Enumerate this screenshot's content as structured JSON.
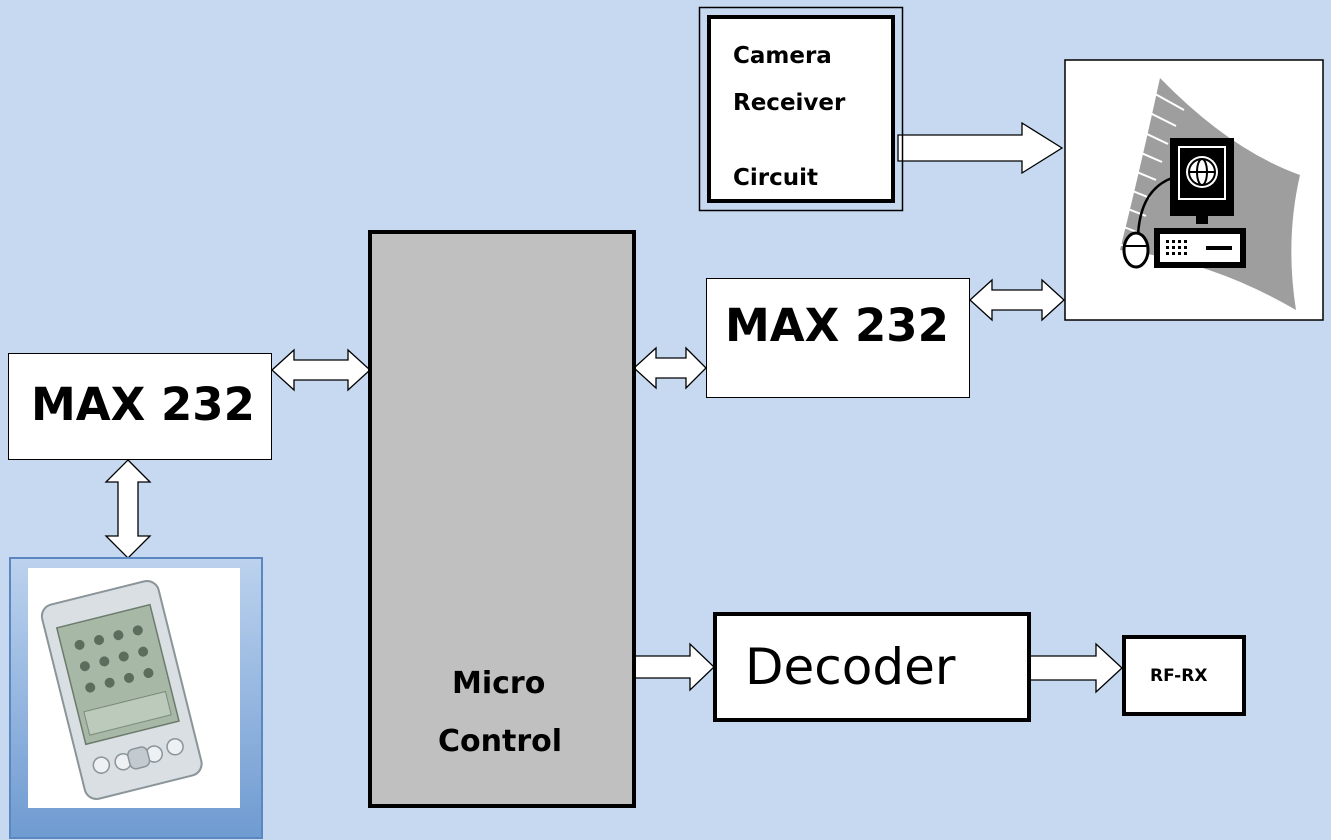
{
  "diagram": {
    "camera_block": {
      "line1": "Camera",
      "line2": "Receiver",
      "line3": "Circuit"
    },
    "max232_right": {
      "label": "MAX 232"
    },
    "max232_left": {
      "label": "MAX 232"
    },
    "microcontroller": {
      "line1": "Micro",
      "line2": "Control"
    },
    "decoder": {
      "label": "Decoder"
    },
    "rf_rx": {
      "label": "RF-RX"
    }
  },
  "icons": {
    "pc": "computer-icon",
    "pda": "pda-photo"
  },
  "colors": {
    "background": "#c6d9f1",
    "micro_fill": "#c0c0c0",
    "pda_frame": "#8eb4e3"
  }
}
